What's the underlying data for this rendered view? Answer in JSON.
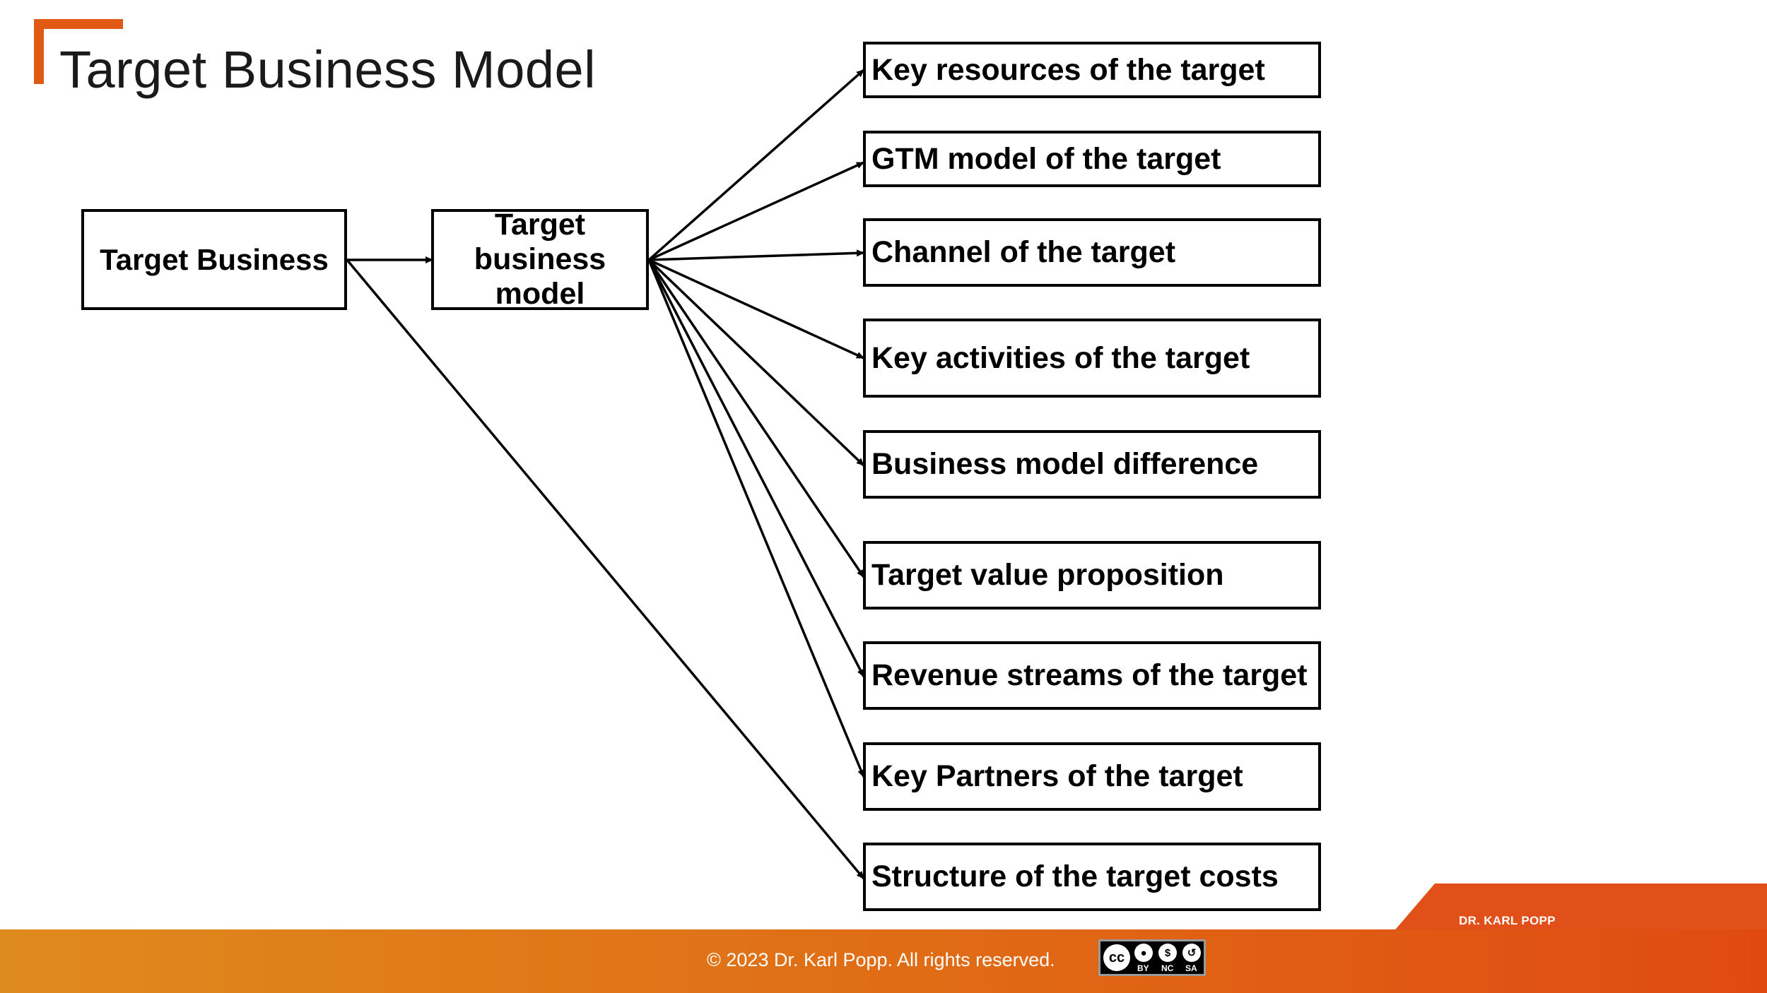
{
  "slide": {
    "title": "Target Business Model",
    "author": "DR. KARL POPP",
    "copyright": "© 2023 Dr. Karl Popp. All rights reserved.",
    "license": {
      "cc": "cc",
      "by": "BY",
      "nc": "NC",
      "sa": "SA"
    },
    "colors": {
      "accent": "#e05a14",
      "footer_start": "#df8a1d",
      "footer_end": "#e04a12"
    }
  },
  "diagram": {
    "source_node": "Target Business",
    "middle_node": "Target business model",
    "targets": [
      "Key resources of the target",
      "GTM model of the target",
      "Channel of the target",
      "Key activities of the target",
      "Business model difference",
      "Target value proposition",
      "Revenue streams of the target",
      "Key Partners of the target",
      "Structure of the  target costs"
    ]
  }
}
